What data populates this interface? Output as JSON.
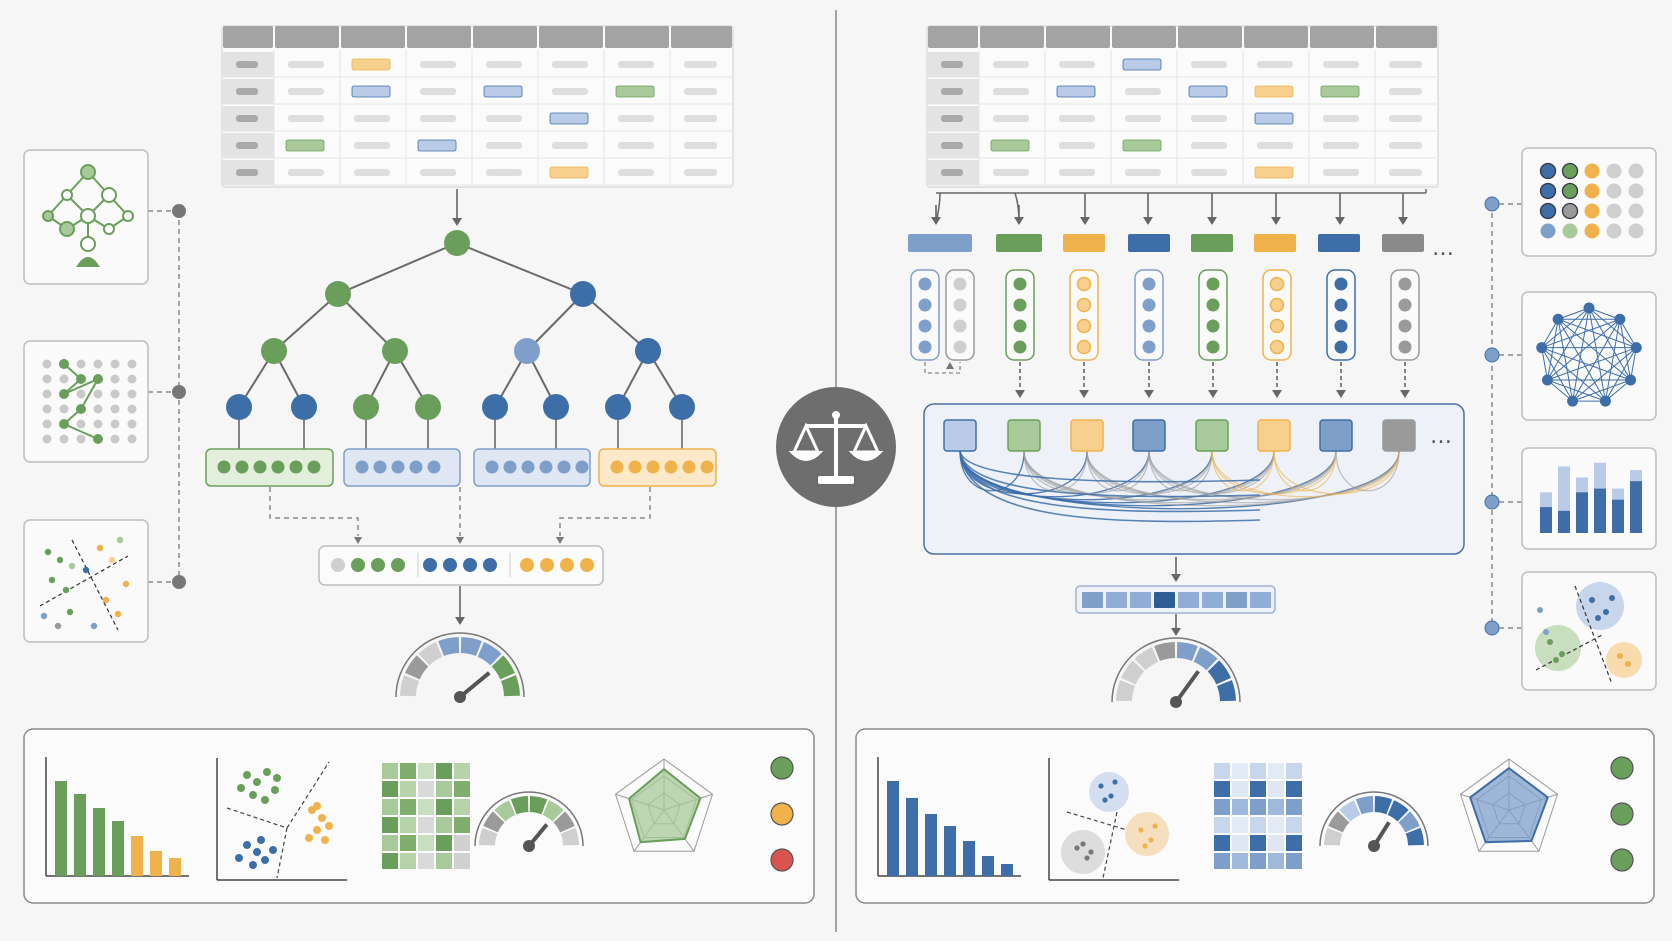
{
  "palette": {
    "green": "#6a9f5b",
    "green_light": "#a8c99a",
    "blue": "#3d6ea8",
    "blue_mid": "#7f9fcb",
    "blue_light": "#b9cbe6",
    "orange": "#f0b24a",
    "orange_light": "#f6d08c",
    "grey": "#9a9a9a",
    "grey_light": "#cfcfcf",
    "red": "#d9534f",
    "panel_stroke": "#8a8a8a",
    "line": "#666666"
  },
  "icons": {
    "divider": "balance-scale-icon",
    "left_side": [
      "decision-tree-icon",
      "knn-grid-icon",
      "scatter-split-icon"
    ],
    "right_side": [
      "dot-matrix-icon",
      "network-icon",
      "stacked-bar-icon",
      "cluster-scatter-icon"
    ]
  },
  "left": {
    "table": {
      "rows": 5,
      "cols": 8,
      "highlights": [
        {
          "r": 0,
          "c": 2,
          "color": "orange"
        },
        {
          "r": 1,
          "c": 2,
          "color": "blue"
        },
        {
          "r": 1,
          "c": 4,
          "color": "blue"
        },
        {
          "r": 1,
          "c": 6,
          "color": "green"
        },
        {
          "r": 2,
          "c": 5,
          "color": "blue"
        },
        {
          "r": 3,
          "c": 1,
          "color": "green"
        },
        {
          "r": 3,
          "c": 3,
          "color": "blue"
        },
        {
          "r": 4,
          "c": 5,
          "color": "orange"
        }
      ]
    },
    "tree_leaf_groups": [
      "green",
      "blue",
      "blue",
      "orange"
    ],
    "merged_groups": [
      "green",
      "blue",
      "orange"
    ],
    "gauge_level": 0.78,
    "bar_heights": [
      0.95,
      0.82,
      0.68,
      0.55,
      0.4,
      0.25,
      0.18
    ],
    "status_lights": [
      "green",
      "orange",
      "red"
    ]
  },
  "right": {
    "table": {
      "rows": 5,
      "cols": 8,
      "highlights": [
        {
          "r": 0,
          "c": 3,
          "color": "blue"
        },
        {
          "r": 1,
          "c": 2,
          "color": "blue"
        },
        {
          "r": 1,
          "c": 4,
          "color": "blue"
        },
        {
          "r": 1,
          "c": 5,
          "color": "orange"
        },
        {
          "r": 1,
          "c": 6,
          "color": "green"
        },
        {
          "r": 2,
          "c": 5,
          "color": "blue"
        },
        {
          "r": 3,
          "c": 1,
          "color": "green"
        },
        {
          "r": 3,
          "c": 3,
          "color": "green"
        },
        {
          "r": 4,
          "c": 5,
          "color": "orange"
        }
      ]
    },
    "columns": [
      "blue",
      "green",
      "orange",
      "blue",
      "green",
      "orange",
      "blue",
      "grey"
    ],
    "embedding_cells": 8,
    "gauge_level": 0.7,
    "bar_heights": [
      0.95,
      0.78,
      0.62,
      0.5,
      0.35,
      0.2,
      0.12
    ],
    "status_lights": [
      "green",
      "green",
      "green"
    ]
  }
}
